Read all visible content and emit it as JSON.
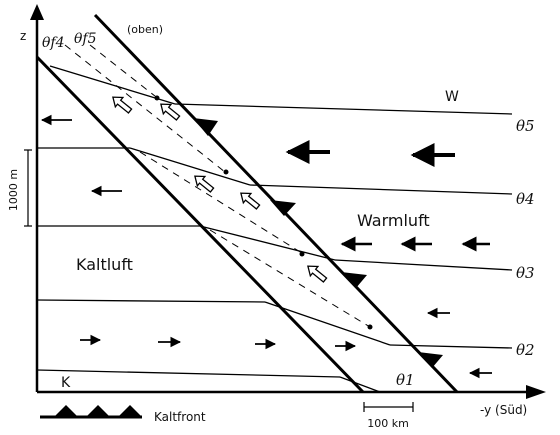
{
  "axes": {
    "z_label": "z",
    "y_label": "-y (Süd)",
    "vertical_scale": "1000 m",
    "horizontal_scale": "100 km"
  },
  "labels": {
    "top": "(oben)",
    "warm_air": "Warmluft",
    "cold_air": "Kaltluft",
    "w": "W",
    "k": "K"
  },
  "isentropes": {
    "theta_f4": "θf4",
    "theta_f5": "θf5",
    "theta_1": "θ1",
    "theta_2": "θ2",
    "theta_3": "θ3",
    "theta_4": "θ4",
    "theta_5": "θ5"
  },
  "legend": {
    "cold_front": "Kaltfront"
  }
}
